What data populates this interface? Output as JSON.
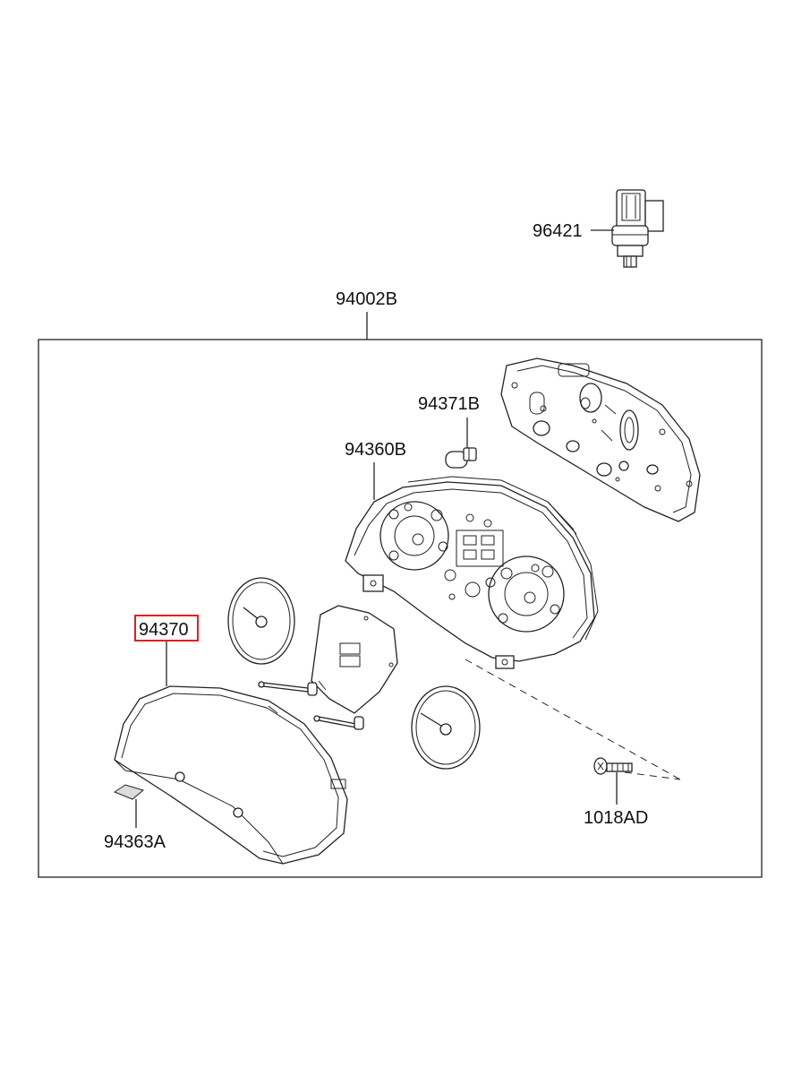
{
  "labels": {
    "sensor": "96421",
    "assembly": "94002B",
    "bulb": "94371B",
    "case": "94360B",
    "lens": "94370",
    "clip": "94363A",
    "screw": "1018AD"
  },
  "highlight": {
    "target": "94370",
    "color": "#e02020"
  }
}
